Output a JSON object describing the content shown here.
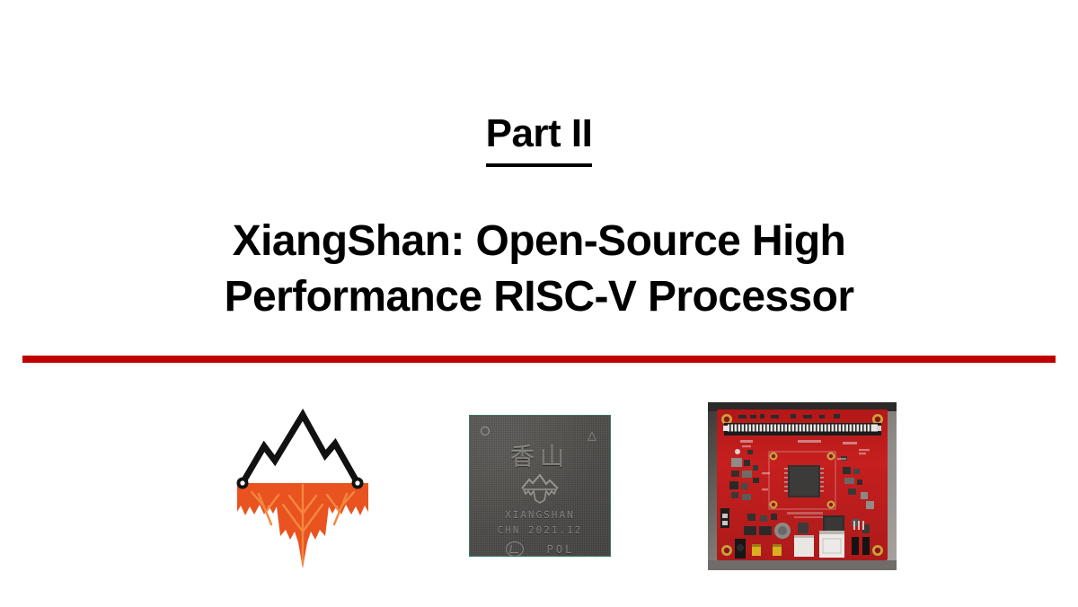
{
  "slide": {
    "part_label": "Part II",
    "title_line_1": "XiangShan: Open-Source High",
    "title_line_2": "Performance RISC-V Processor",
    "accent_color": "#C00000",
    "logo_orange": "#E8531F",
    "text_color": "#000000",
    "background_color": "#FFFFFF"
  },
  "figures": {
    "logo": {
      "name": "XiangShan mountain and maple leaf logo",
      "mountain_color": "#111111",
      "leaf_color": "#E8531F"
    },
    "chip": {
      "name": "XiangShan chip package photo",
      "marking_cn": "香山",
      "marking_line_1": "XIANGSHAN",
      "marking_line_2": "CHN 2021.12",
      "marking_line_3": "POL",
      "package_color": "#4d4c49",
      "edge_color": "#3d7a62"
    },
    "board": {
      "name": "XiangShan FPGA development board photo",
      "pcb_color": "#C01B1B"
    }
  }
}
